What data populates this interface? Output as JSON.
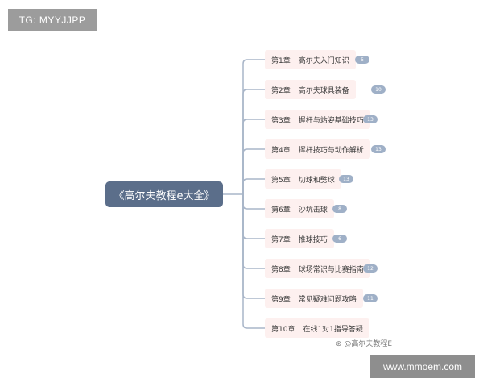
{
  "watermark_top": "TG: MYYJJPP",
  "watermark_bottom": "www.mmoem.com",
  "root_label": "《高尔夫教程e大全》",
  "source_label": "高尔夫教程E",
  "chapters": [
    {
      "num": "第1章",
      "title": "高尔夫入门知识",
      "count": "5"
    },
    {
      "num": "第2章",
      "title": "高尔夫球具装备",
      "count": "10"
    },
    {
      "num": "第3章",
      "title": "握杆与站姿基础技巧",
      "count": "13"
    },
    {
      "num": "第4章",
      "title": "挥杆技巧与动作解析",
      "count": "13"
    },
    {
      "num": "第5章",
      "title": "切球和劈球",
      "count": "13"
    },
    {
      "num": "第6章",
      "title": "沙坑击球",
      "count": "8"
    },
    {
      "num": "第7章",
      "title": "推球技巧",
      "count": "6"
    },
    {
      "num": "第8章",
      "title": "球场常识与比赛指南",
      "count": "12"
    },
    {
      "num": "第9章",
      "title": "常见疑难问题攻略",
      "count": "11"
    },
    {
      "num": "第10章",
      "title": "在线1对1指导答疑",
      "count": ""
    }
  ]
}
